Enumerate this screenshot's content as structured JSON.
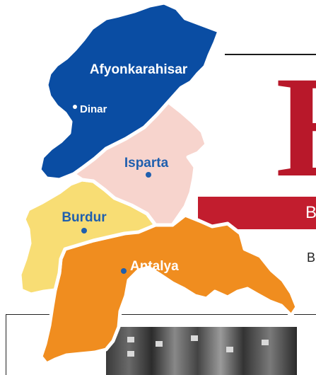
{
  "masthead": {
    "logo_letter": "E",
    "band_text": "B",
    "subtitle_text": "B"
  },
  "map": {
    "colors": {
      "afyonkarahisar": "#0a4da3",
      "isparta": "#f7d4cd",
      "burdur": "#f8dd74",
      "antalya": "#f08d1f",
      "border": "#ffffff"
    },
    "provinces": [
      {
        "name": "Afyonkarahisar"
      },
      {
        "name": "Isparta"
      },
      {
        "name": "Burdur"
      },
      {
        "name": "Antalya"
      }
    ],
    "towns": [
      {
        "name": "Dinar"
      }
    ]
  }
}
